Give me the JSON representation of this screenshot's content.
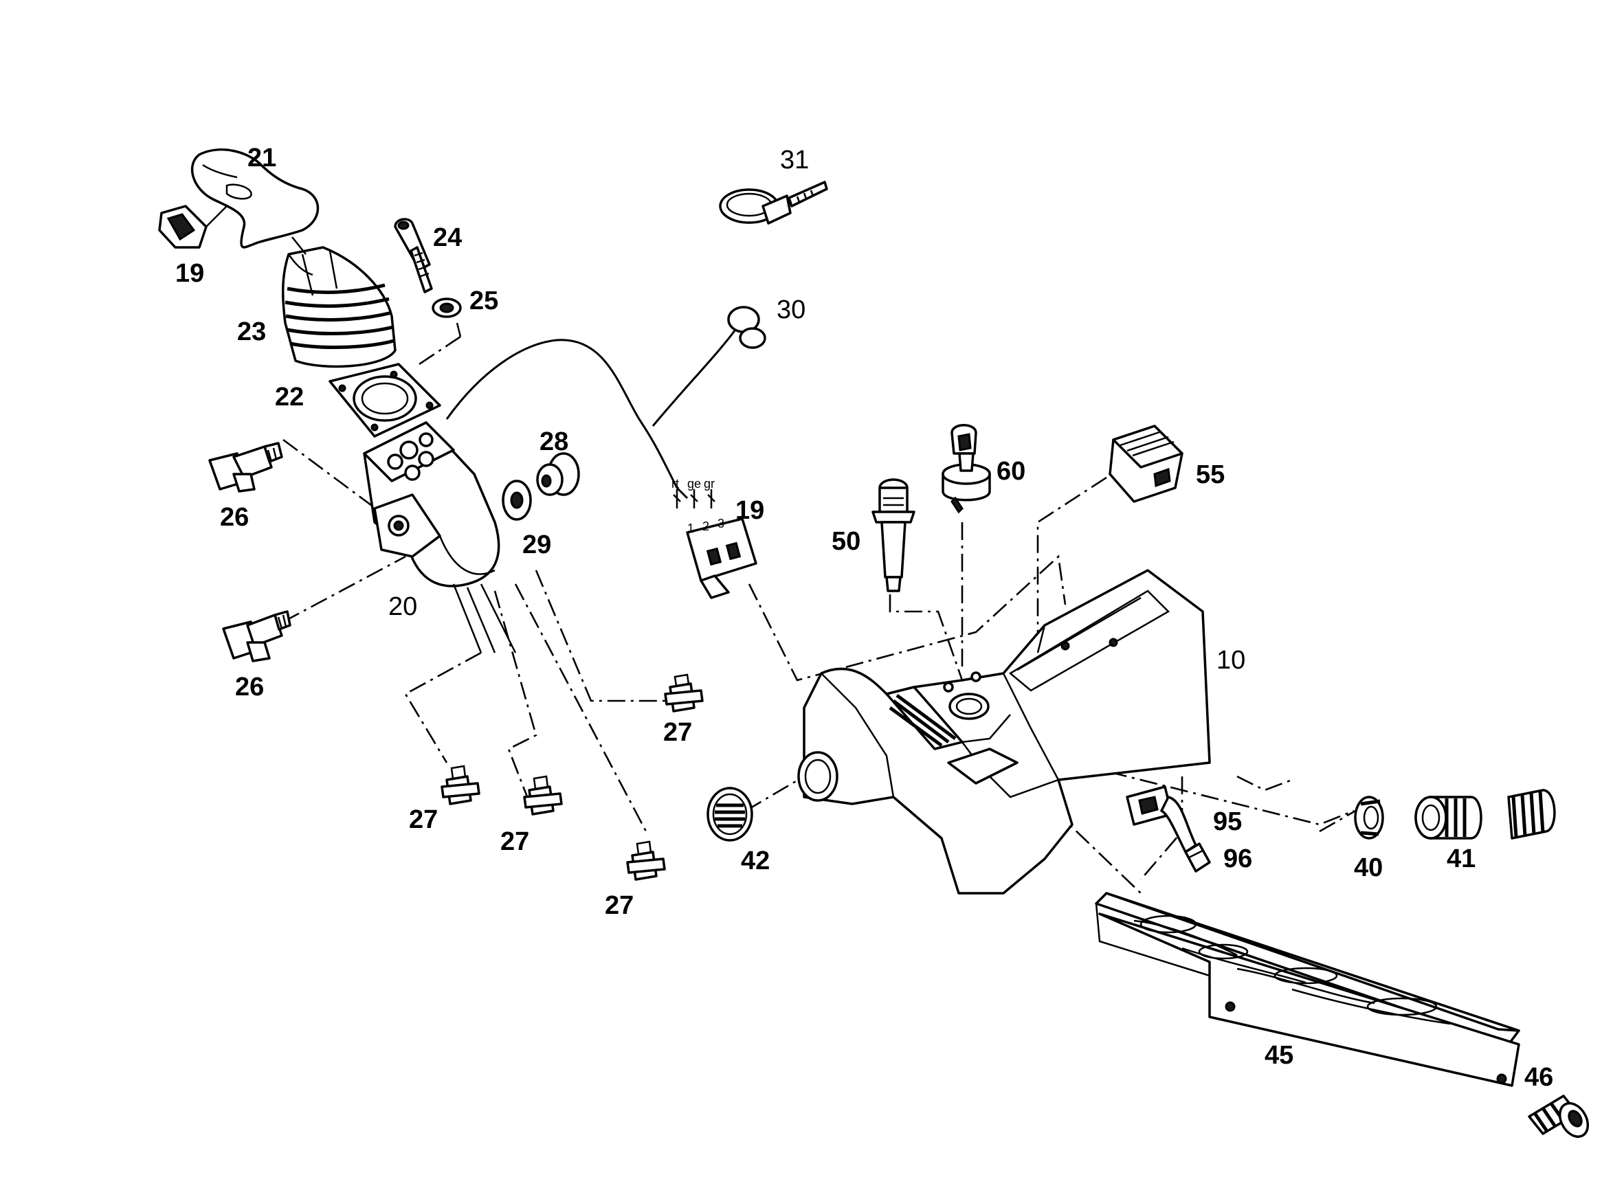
{
  "diagram": {
    "type": "exploded parts view",
    "callouts": {
      "p10": "10",
      "p19a": "19",
      "p19b": "19",
      "p20": "20",
      "p21": "21",
      "p22": "22",
      "p23": "23",
      "p24": "24",
      "p25": "25",
      "p26a": "26",
      "p26b": "26",
      "p27a": "27",
      "p27b": "27",
      "p27c": "27",
      "p27d": "27",
      "p28": "28",
      "p29": "29",
      "p30": "30",
      "p31": "31",
      "p40": "40",
      "p41": "41",
      "p42": "42",
      "p45": "45",
      "p46": "46",
      "p50": "50",
      "p55": "55",
      "p60": "60",
      "p95": "95",
      "p96": "96"
    },
    "connector_wire_colors": [
      "rt",
      "ge",
      "gr"
    ],
    "connector_pin_numbers": [
      "1",
      "2",
      "3"
    ]
  }
}
